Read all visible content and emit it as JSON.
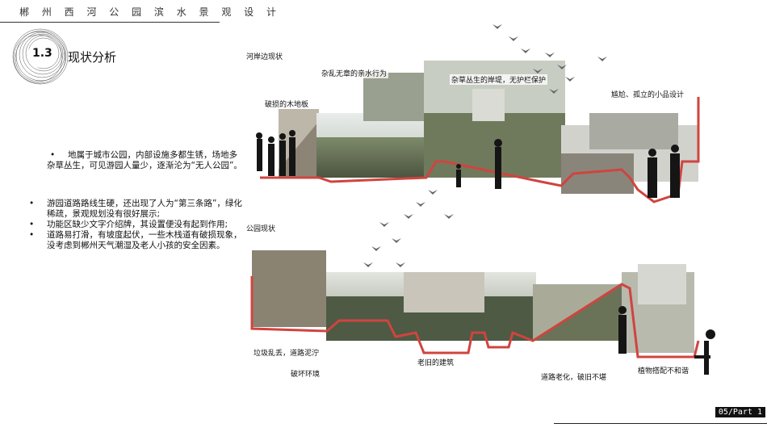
{
  "header": {
    "title": "郴 州 西 河 公 园 滨 水 景 观 设 计"
  },
  "section": {
    "number": "1.3",
    "title": "现状分析"
  },
  "bullets": [
    "地属于城市公园，内部设施多都生锈，场地多杂草丛生，可见游园人量少，逐渐沦为“无人公园”。",
    "游园道路路线生硬，还出现了人为“第三条路”，绿化稀疏，景观规划没有很好展示;",
    "功能区缺少文字介绍牌，其设置便没有起到作用;",
    "道路易打滑，有坡度起伏，一些木栈道有破损现象，没考虑到郴州天气潮湿及老人小孩的安全因素。"
  ],
  "upper_panel": {
    "caption": "河岸边现状",
    "labels": {
      "wood": "破损的木地板",
      "messy": "杂乱无章的亲水行为",
      "weeds": "杂草丛生的岸堤，无护栏保护",
      "isolated": "尴尬、孤立的小品设计"
    }
  },
  "lower_panel": {
    "caption": "公园现状",
    "labels": {
      "trash": "垃圾乱丢，道路泥泞",
      "damage": "破坏环境",
      "old_building": "老旧的建筑",
      "aging_road": "道路老化，破旧不堪",
      "plants": "植物搭配不和谐"
    }
  },
  "page_tag": "05/Part 1",
  "colors": {
    "accent_red": "#d0443f",
    "text": "#111111"
  }
}
